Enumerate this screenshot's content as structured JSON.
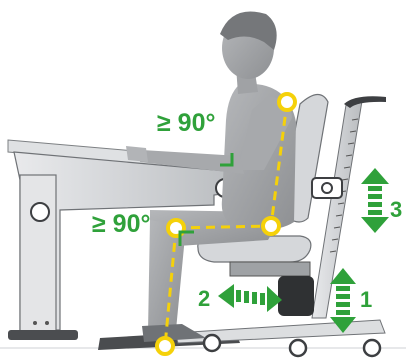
{
  "labels": {
    "elbow_angle": "≥ 90°",
    "knee_angle": "≥ 90°",
    "adjust_1": "1",
    "adjust_2": "2",
    "adjust_3": "3"
  },
  "colors": {
    "accent_green": "#2fa13a",
    "marker_yellow": "#f5d10a",
    "furniture_gray": "#cfd2d5",
    "person_gray": "#9a9c9f"
  }
}
